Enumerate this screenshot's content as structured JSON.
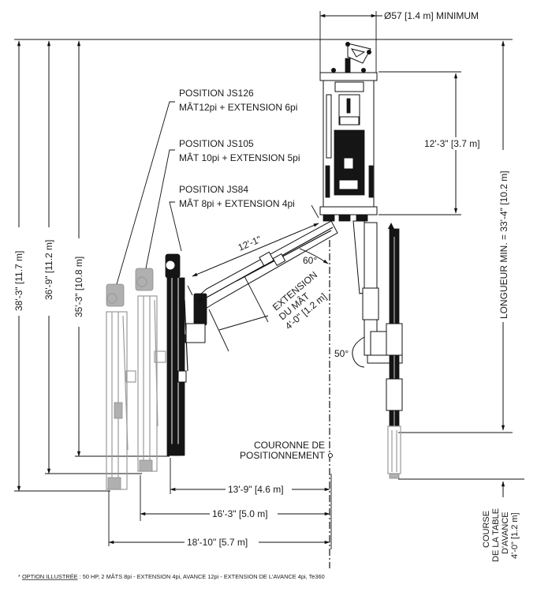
{
  "drawing": {
    "title": "Dimensions du jumbo de boulonnage - positions de mât",
    "top_dimension": "Ø57 [1.4 m] MINIMUM",
    "positions": [
      {
        "name": "POSITION JS126",
        "desc": "MÂT12pi + EXTENSION 6pi"
      },
      {
        "name": "POSITION JS105",
        "desc": "MÂT 10pi + EXTENSION 5pi"
      },
      {
        "name": "POSITION JS84",
        "desc": "MÂT 8pi + EXTENSION 4pi"
      }
    ],
    "vertical_dims": [
      {
        "label": "38'-3\" [11.7 m]"
      },
      {
        "label": "36'-9\" [11.2 m]"
      },
      {
        "label": "35'-3\" [10.8 m]"
      }
    ],
    "body_height": "12'-3\" [3.7 m]",
    "min_length": "LONGUEUR MIN. = 33'-4\" [10.2 m]",
    "boom_length": "12'-1\"",
    "boom_angle": "60°",
    "mast_extension": [
      "EXTENSION",
      "DU MÂT",
      "4'-0\" [1.2 m]"
    ],
    "rotation_angle": "50°",
    "positioning_crown": [
      "COURONNE DE",
      "POSITIONNEMENT"
    ],
    "horizontal_dims": [
      {
        "label": "13'-9\" [4.6 m]"
      },
      {
        "label": "16'-3\" [5.0 m]"
      },
      {
        "label": "18'-10\" [5.7 m]"
      }
    ],
    "feed_table_stroke": [
      "COURSE",
      "DE LA TABLE",
      "D'AVANCE",
      "4'-0\" [1.2 m]"
    ],
    "footnote": {
      "prefix": "* ",
      "underlined": "OPTION ILLUSTRÉE",
      "text": " : 50 HP, 2 MÂTS 8pi - EXTENSION 4pi, AVANCE 12pi - EXTENSION DE L'AVANCE 4pi, Te360"
    }
  }
}
